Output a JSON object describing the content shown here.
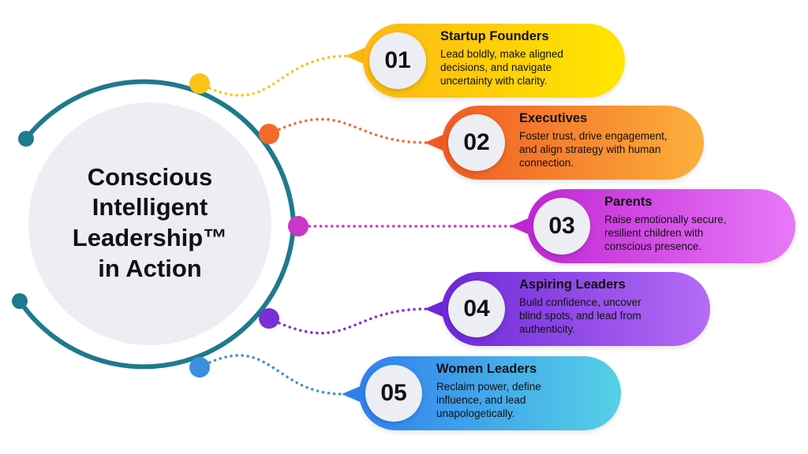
{
  "center": {
    "title_lines": [
      "Conscious",
      "Intelligent",
      "Leadership™",
      "in Action"
    ]
  },
  "items": [
    {
      "number": "01",
      "title": "Startup Founders",
      "desc_lines": [
        "Lead boldly, make aligned",
        "decisions, and navigate",
        "uncertainty with clarity."
      ],
      "gradient": [
        "#fdb813",
        "#ffe600"
      ],
      "dot_color": "#fcc419"
    },
    {
      "number": "02",
      "title": "Executives",
      "desc_lines": [
        "Foster trust, drive engagement,",
        "and align strategy with human",
        "connection."
      ],
      "gradient": [
        "#f15a24",
        "#fbb03b"
      ],
      "dot_color": "#f26b2a"
    },
    {
      "number": "03",
      "title": "Parents",
      "desc_lines": [
        "Raise emotionally secure,",
        "resilient children with",
        "conscious presence."
      ],
      "gradient": [
        "#c026d3",
        "#e879f9"
      ],
      "dot_color": "#c936c9"
    },
    {
      "number": "04",
      "title": "Aspiring Leaders",
      "desc_lines": [
        "Build confidence, uncover",
        "blind spots, and lead from",
        "authenticity."
      ],
      "gradient": [
        "#6d28d9",
        "#b46cf5"
      ],
      "dot_color": "#7b2fd6"
    },
    {
      "number": "05",
      "title": "Women Leaders",
      "desc_lines": [
        "Reclaim power, define",
        "influence, and lead",
        "unapologetically."
      ],
      "gradient": [
        "#2f80ed",
        "#56d1e6"
      ],
      "dot_color": "#3b8fe0"
    }
  ],
  "colors": {
    "ring": "#1e7a8c",
    "center_circle": "#eceef3",
    "number_badge": "#eceef3"
  }
}
